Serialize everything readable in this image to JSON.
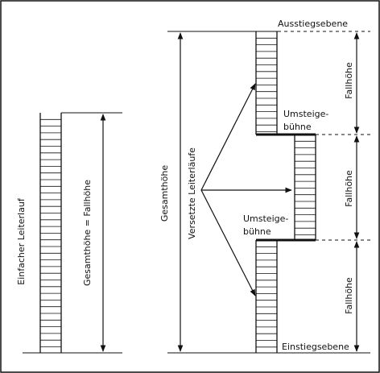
{
  "left": {
    "side_label": "Einfacher Leiterlauf",
    "height_label": "Gesamthöhe = Fallhöhe"
  },
  "right": {
    "total_label": "Gesamthöhe",
    "offset_label": "Versetzte Leiterläufe",
    "top_level": "Ausstiegsebene",
    "bottom_level": "Einstiegsebene",
    "platform_1_line1": "Umsteige-",
    "platform_1_line2": "bühne",
    "platform_2_line1": "Umsteige-",
    "platform_2_line2": "bühne",
    "fall_label_1": "Fallhöhe",
    "fall_label_2": "Fallhöhe",
    "fall_label_3": "Fallhöhe"
  }
}
